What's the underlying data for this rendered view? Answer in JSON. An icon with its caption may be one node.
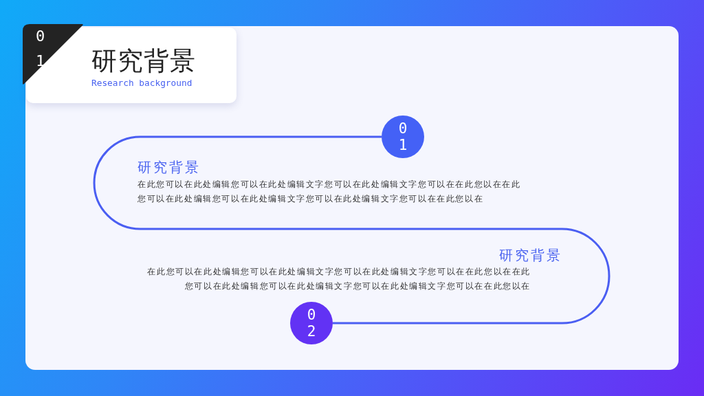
{
  "diagram": {
    "nodes": [
      {
        "text": [
          "01"
        ]
      },
      {
        "text": [
          "研究背景",
          "Research background"
        ]
      },
      {
        "text": [
          "01"
        ]
      },
      {
        "text": [
          "02"
        ]
      }
    ],
    "edges": [
      {
        "from": 2,
        "to": 3,
        "arrow": "none"
      }
    ],
    "labels": [
      "研究背景",
      "在此您可以在此处编辑您可以在此处编辑文字您可以在此处编辑文字您可以在在此您以在在此您可以在此处编辑您可以在此处编辑文字您可以在此处编辑文字您可以在在此您以在",
      "研究背景",
      "在此您可以在此处编辑您可以在此处编辑文字您可以在此处编辑文字您可以在在此您以在在此您可以在此处编辑您可以在此处编辑文字您可以在此处编辑文字您可以在在此您以在"
    ]
  }
}
